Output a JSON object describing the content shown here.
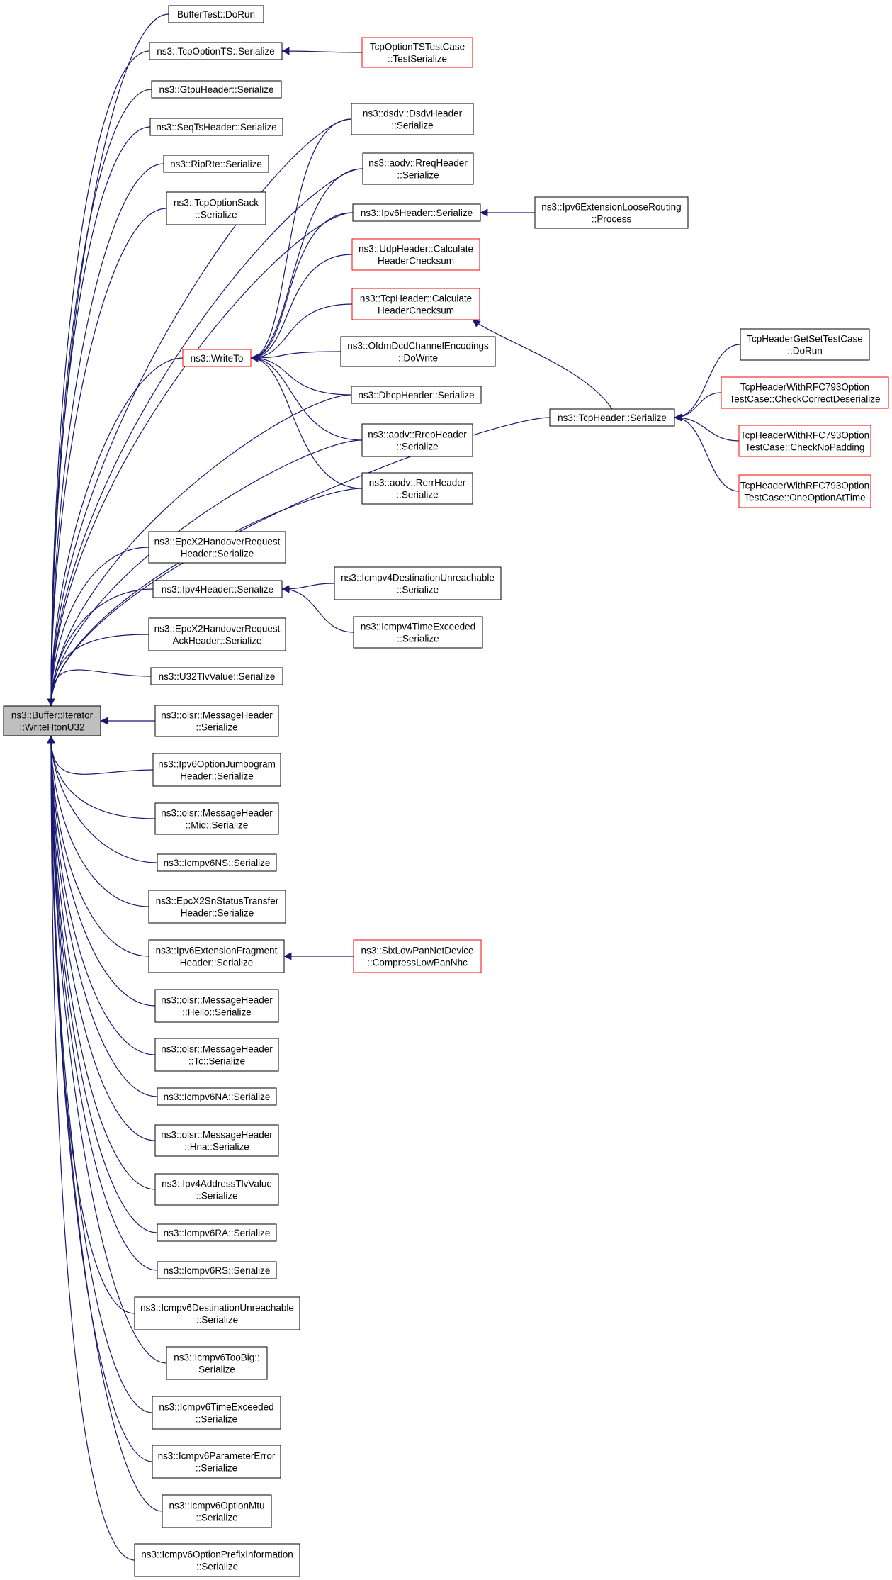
{
  "colors": {
    "edge": "#191970",
    "node_border": "#000000",
    "node_border_red": "#ff0000",
    "node_fill": "#ffffff",
    "root_fill": "#bfbfbf"
  },
  "root": {
    "id": "root",
    "lines": [
      "ns3::Buffer::Iterator",
      "::WriteHtonU32"
    ],
    "style": "root"
  },
  "nodes": [
    {
      "id": "n_buffertest",
      "lines": [
        "BufferTest::DoRun"
      ],
      "style": "normal"
    },
    {
      "id": "n_tcpoptionts",
      "lines": [
        "ns3::TcpOptionTS::Serialize"
      ],
      "style": "normal"
    },
    {
      "id": "n_tcpoptiontstestcase",
      "lines": [
        "TcpOptionTSTestCase",
        "::TestSerialize"
      ],
      "style": "red"
    },
    {
      "id": "n_gtpu",
      "lines": [
        "ns3::GtpuHeader::Serialize"
      ],
      "style": "normal"
    },
    {
      "id": "n_seqts",
      "lines": [
        "ns3::SeqTsHeader::Serialize"
      ],
      "style": "normal"
    },
    {
      "id": "n_riprte",
      "lines": [
        "ns3::RipRte::Serialize"
      ],
      "style": "normal"
    },
    {
      "id": "n_tcpoptionsack",
      "lines": [
        "ns3::TcpOptionSack",
        "::Serialize"
      ],
      "style": "normal"
    },
    {
      "id": "n_dsdv",
      "lines": [
        "ns3::dsdv::DsdvHeader",
        "::Serialize"
      ],
      "style": "normal"
    },
    {
      "id": "n_aodvrreq",
      "lines": [
        "ns3::aodv::RreqHeader",
        "::Serialize"
      ],
      "style": "normal"
    },
    {
      "id": "n_ipv6header",
      "lines": [
        "ns3::Ipv6Header::Serialize"
      ],
      "style": "normal"
    },
    {
      "id": "n_ipv6extloose",
      "lines": [
        "ns3::Ipv6ExtensionLooseRouting",
        "::Process"
      ],
      "style": "normal"
    },
    {
      "id": "n_udpcalc",
      "lines": [
        "ns3::UdpHeader::Calculate",
        "HeaderChecksum"
      ],
      "style": "red"
    },
    {
      "id": "n_tcpcalc",
      "lines": [
        "ns3::TcpHeader::Calculate",
        "HeaderChecksum"
      ],
      "style": "red"
    },
    {
      "id": "n_writeto",
      "lines": [
        "ns3::WriteTo"
      ],
      "style": "red"
    },
    {
      "id": "n_ofdm",
      "lines": [
        "ns3::OfdmDcdChannelEncodings",
        "::DoWrite"
      ],
      "style": "normal"
    },
    {
      "id": "n_dhcp",
      "lines": [
        "ns3::DhcpHeader::Serialize"
      ],
      "style": "normal"
    },
    {
      "id": "n_aodvrrep",
      "lines": [
        "ns3::aodv::RrepHeader",
        "::Serialize"
      ],
      "style": "normal"
    },
    {
      "id": "n_aodvrerr",
      "lines": [
        "ns3::aodv::RerrHeader",
        "::Serialize"
      ],
      "style": "normal"
    },
    {
      "id": "n_tcpheaderser",
      "lines": [
        "ns3::TcpHeader::Serialize"
      ],
      "style": "normal"
    },
    {
      "id": "n_tcpgetset",
      "lines": [
        "TcpHeaderGetSetTestCase",
        "::DoRun"
      ],
      "style": "normal"
    },
    {
      "id": "n_rfc_checkcorrect",
      "lines": [
        "TcpHeaderWithRFC793Option",
        "TestCase::CheckCorrectDeserialize"
      ],
      "style": "red"
    },
    {
      "id": "n_rfc_checknopad",
      "lines": [
        "TcpHeaderWithRFC793Option",
        "TestCase::CheckNoPadding"
      ],
      "style": "red"
    },
    {
      "id": "n_rfc_oneoption",
      "lines": [
        "TcpHeaderWithRFC793Option",
        "TestCase::OneOptionAtTime"
      ],
      "style": "red"
    },
    {
      "id": "n_epcx2hor",
      "lines": [
        "ns3::EpcX2HandoverRequest",
        "Header::Serialize"
      ],
      "style": "normal"
    },
    {
      "id": "n_ipv4header",
      "lines": [
        "ns3::Ipv4Header::Serialize"
      ],
      "style": "normal"
    },
    {
      "id": "n_icmpv4destunr",
      "lines": [
        "ns3::Icmpv4DestinationUnreachable",
        "::Serialize"
      ],
      "style": "normal"
    },
    {
      "id": "n_icmpv4timeexc",
      "lines": [
        "ns3::Icmpv4TimeExceeded",
        "::Serialize"
      ],
      "style": "normal"
    },
    {
      "id": "n_epcx2horack",
      "lines": [
        "ns3::EpcX2HandoverRequest",
        "AckHeader::Serialize"
      ],
      "style": "normal"
    },
    {
      "id": "n_u32tlv",
      "lines": [
        "ns3::U32TlvValue::Serialize"
      ],
      "style": "normal"
    },
    {
      "id": "n_olsrmsg",
      "lines": [
        "ns3::olsr::MessageHeader",
        "::Serialize"
      ],
      "style": "normal"
    },
    {
      "id": "n_ipv6jumbo",
      "lines": [
        "ns3::Ipv6OptionJumbogram",
        "Header::Serialize"
      ],
      "style": "normal"
    },
    {
      "id": "n_olsrmid",
      "lines": [
        "ns3::olsr::MessageHeader",
        "::Mid::Serialize"
      ],
      "style": "normal"
    },
    {
      "id": "n_icmpv6ns",
      "lines": [
        "ns3::Icmpv6NS::Serialize"
      ],
      "style": "normal"
    },
    {
      "id": "n_epcx2snstatus",
      "lines": [
        "ns3::EpcX2SnStatusTransfer",
        "Header::Serialize"
      ],
      "style": "normal"
    },
    {
      "id": "n_ipv6extfrag",
      "lines": [
        "ns3::Ipv6ExtensionFragment",
        "Header::Serialize"
      ],
      "style": "normal"
    },
    {
      "id": "n_sixlowpan",
      "lines": [
        "ns3::SixLowPanNetDevice",
        "::CompressLowPanNhc"
      ],
      "style": "red"
    },
    {
      "id": "n_olsrhello",
      "lines": [
        "ns3::olsr::MessageHeader",
        "::Hello::Serialize"
      ],
      "style": "normal"
    },
    {
      "id": "n_olsrtc",
      "lines": [
        "ns3::olsr::MessageHeader",
        "::Tc::Serialize"
      ],
      "style": "normal"
    },
    {
      "id": "n_icmpv6na",
      "lines": [
        "ns3::Icmpv6NA::Serialize"
      ],
      "style": "normal"
    },
    {
      "id": "n_olsrhna",
      "lines": [
        "ns3::olsr::MessageHeader",
        "::Hna::Serialize"
      ],
      "style": "normal"
    },
    {
      "id": "n_ipv4addrtlv",
      "lines": [
        "ns3::Ipv4AddressTlvValue",
        "::Serialize"
      ],
      "style": "normal"
    },
    {
      "id": "n_icmpv6ra",
      "lines": [
        "ns3::Icmpv6RA::Serialize"
      ],
      "style": "normal"
    },
    {
      "id": "n_icmpv6rs",
      "lines": [
        "ns3::Icmpv6RS::Serialize"
      ],
      "style": "normal"
    },
    {
      "id": "n_icmpv6destunr",
      "lines": [
        "ns3::Icmpv6DestinationUnreachable",
        "::Serialize"
      ],
      "style": "normal"
    },
    {
      "id": "n_icmpv6toobig",
      "lines": [
        "ns3::Icmpv6TooBig::",
        "Serialize"
      ],
      "style": "normal"
    },
    {
      "id": "n_icmpv6timeexc",
      "lines": [
        "ns3::Icmpv6TimeExceeded",
        "::Serialize"
      ],
      "style": "normal"
    },
    {
      "id": "n_icmpv6paramerr",
      "lines": [
        "ns3::Icmpv6ParameterError",
        "::Serialize"
      ],
      "style": "normal"
    },
    {
      "id": "n_icmpv6optmtu",
      "lines": [
        "ns3::Icmpv6OptionMtu",
        "::Serialize"
      ],
      "style": "normal"
    },
    {
      "id": "n_icmpv6optprefix",
      "lines": [
        "ns3::Icmpv6OptionPrefixInformation",
        "::Serialize"
      ],
      "style": "normal"
    }
  ],
  "edges": [
    {
      "from": "n_buffertest",
      "to": "root"
    },
    {
      "from": "n_tcpoptionts",
      "to": "root"
    },
    {
      "from": "n_tcpoptiontstestcase",
      "to": "n_tcpoptionts"
    },
    {
      "from": "n_gtpu",
      "to": "root"
    },
    {
      "from": "n_seqts",
      "to": "root"
    },
    {
      "from": "n_riprte",
      "to": "root"
    },
    {
      "from": "n_tcpoptionsack",
      "to": "root"
    },
    {
      "from": "n_dsdv",
      "to": "root"
    },
    {
      "from": "n_aodvrreq",
      "to": "root"
    },
    {
      "from": "n_ipv6header",
      "to": "root"
    },
    {
      "from": "n_ipv6extloose",
      "to": "n_ipv6header"
    },
    {
      "from": "n_dsdv",
      "to": "n_writeto"
    },
    {
      "from": "n_aodvrreq",
      "to": "n_writeto"
    },
    {
      "from": "n_ipv6header",
      "to": "n_writeto"
    },
    {
      "from": "n_udpcalc",
      "to": "n_writeto"
    },
    {
      "from": "n_tcpcalc",
      "to": "n_writeto"
    },
    {
      "from": "n_ofdm",
      "to": "n_writeto"
    },
    {
      "from": "n_dhcp",
      "to": "n_writeto"
    },
    {
      "from": "n_aodvrrep",
      "to": "n_writeto"
    },
    {
      "from": "n_aodvrerr",
      "to": "n_writeto"
    },
    {
      "from": "n_writeto",
      "to": "root"
    },
    {
      "from": "n_dhcp",
      "to": "root"
    },
    {
      "from": "n_aodvrrep",
      "to": "root"
    },
    {
      "from": "n_aodvrerr",
      "to": "root"
    },
    {
      "from": "n_tcpheaderser",
      "to": "root"
    },
    {
      "from": "n_tcpheaderser",
      "to": "n_tcpcalc"
    },
    {
      "from": "n_tcpgetset",
      "to": "n_tcpheaderser"
    },
    {
      "from": "n_rfc_checkcorrect",
      "to": "n_tcpheaderser"
    },
    {
      "from": "n_rfc_checknopad",
      "to": "n_tcpheaderser"
    },
    {
      "from": "n_rfc_oneoption",
      "to": "n_tcpheaderser"
    },
    {
      "from": "n_epcx2hor",
      "to": "root"
    },
    {
      "from": "n_ipv4header",
      "to": "root"
    },
    {
      "from": "n_icmpv4destunr",
      "to": "n_ipv4header"
    },
    {
      "from": "n_icmpv4timeexc",
      "to": "n_ipv4header"
    },
    {
      "from": "n_epcx2horack",
      "to": "root"
    },
    {
      "from": "n_u32tlv",
      "to": "root"
    },
    {
      "from": "n_olsrmsg",
      "to": "root"
    },
    {
      "from": "n_ipv6jumbo",
      "to": "root"
    },
    {
      "from": "n_olsrmid",
      "to": "root"
    },
    {
      "from": "n_icmpv6ns",
      "to": "root"
    },
    {
      "from": "n_epcx2snstatus",
      "to": "root"
    },
    {
      "from": "n_ipv6extfrag",
      "to": "root"
    },
    {
      "from": "n_sixlowpan",
      "to": "n_ipv6extfrag"
    },
    {
      "from": "n_olsrhello",
      "to": "root"
    },
    {
      "from": "n_olsrtc",
      "to": "root"
    },
    {
      "from": "n_icmpv6na",
      "to": "root"
    },
    {
      "from": "n_olsrhna",
      "to": "root"
    },
    {
      "from": "n_ipv4addrtlv",
      "to": "root"
    },
    {
      "from": "n_icmpv6ra",
      "to": "root"
    },
    {
      "from": "n_icmpv6rs",
      "to": "root"
    },
    {
      "from": "n_icmpv6destunr",
      "to": "root"
    },
    {
      "from": "n_icmpv6toobig",
      "to": "root"
    },
    {
      "from": "n_icmpv6timeexc",
      "to": "root"
    },
    {
      "from": "n_icmpv6paramerr",
      "to": "root"
    },
    {
      "from": "n_icmpv6optmtu",
      "to": "root"
    },
    {
      "from": "n_icmpv6optprefix",
      "to": "root"
    }
  ]
}
